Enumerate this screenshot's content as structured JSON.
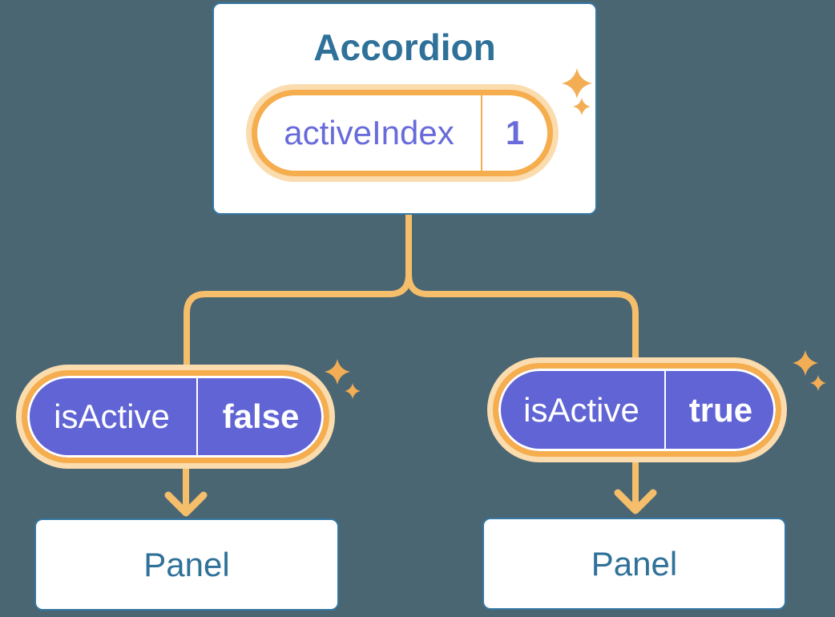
{
  "diagram": {
    "description": "Component tree showing lifted state: Accordion parent holds activeIndex, two child state pills receive isActive, each rendering a Panel",
    "root": {
      "title": "Accordion",
      "state": {
        "label": "activeIndex",
        "value": "1"
      }
    },
    "children": [
      {
        "id": "left",
        "state": {
          "label": "isActive",
          "value": "false"
        },
        "panel_label": "Panel"
      },
      {
        "id": "right",
        "state": {
          "label": "isActive",
          "value": "true"
        },
        "panel_label": "Panel"
      }
    ],
    "colors": {
      "background": "#4B6673",
      "card_border": "#3577A3",
      "card_text": "#2F7199",
      "pill_ring": "#F5AD4E",
      "pill_glow": "#FBDCAE",
      "connector": "#F5BE6B",
      "sparkle": "#F3AD55",
      "state_fill_purple": "#6164D4",
      "state_text_purple": "#686BD9",
      "white": "#FFFFFF"
    }
  }
}
